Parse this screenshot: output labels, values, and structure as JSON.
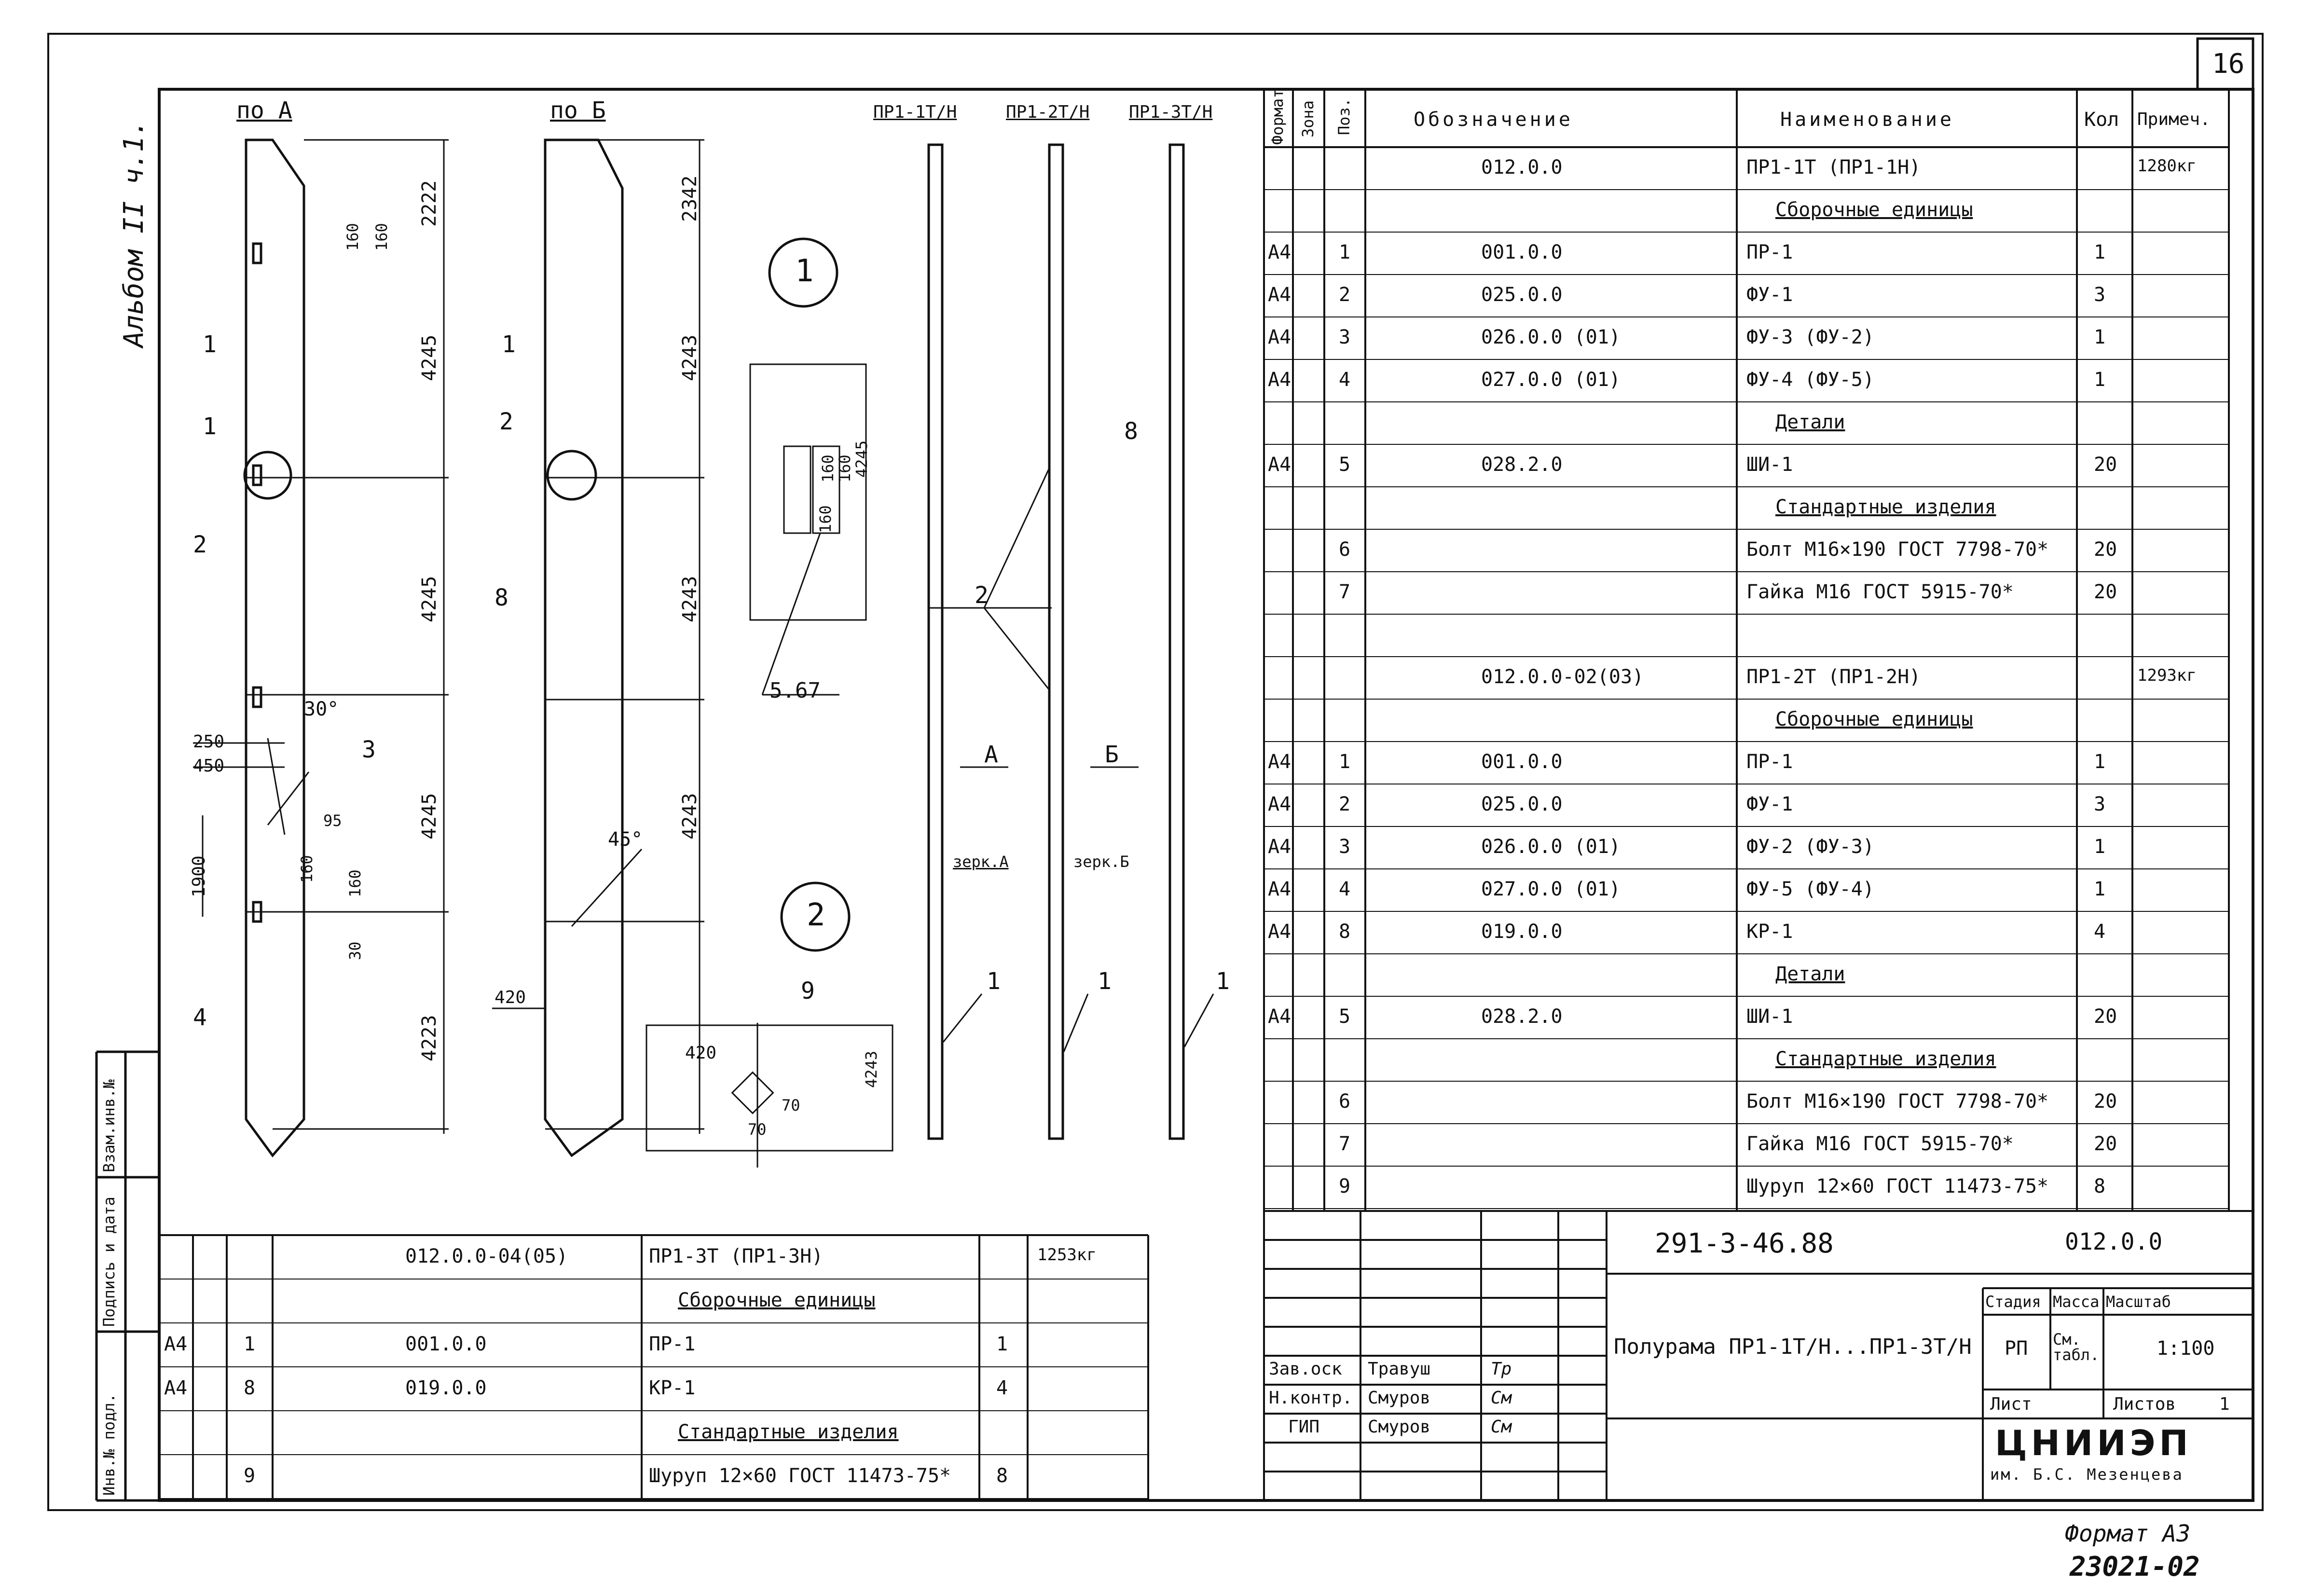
{
  "sheet": {
    "number": "16",
    "album": "Альбом II ч.1.",
    "format": "Формат А3",
    "archive": "23021-02",
    "side_stamps": [
      "Инв.№ подл.",
      "Подпись и дата",
      "Взам.инв.№"
    ]
  },
  "drawing": {
    "view_a": "по А",
    "view_b": "по Б",
    "frames": [
      "ПР1-1Т/Н",
      "ПР1-2Т/Н",
      "ПР1-3Т/Н"
    ],
    "dims_a": [
      "2222",
      "160",
      "160",
      "4245",
      "4245",
      "4245",
      "4223",
      "250",
      "450",
      "1900",
      "160",
      "160",
      "30",
      "95"
    ],
    "dims_b": [
      "2342",
      "4243",
      "4243",
      "4243",
      "420"
    ],
    "angles": [
      "30°",
      "45°"
    ],
    "callouts": [
      "1",
      "1",
      "2",
      "3",
      "4",
      "1",
      "2",
      "8",
      "8",
      "2",
      "1",
      "1",
      "1",
      "9"
    ],
    "nodes": [
      "1",
      "2"
    ],
    "node1_dims": [
      "4245",
      "160",
      "160",
      "160"
    ],
    "node1_ref": "5.67",
    "node2_dims": [
      "420",
      "4243",
      "70",
      "70"
    ],
    "arrows": [
      "А",
      "Б"
    ],
    "mirror": [
      "зерк.А",
      "зерк.Б"
    ]
  },
  "spec": {
    "headers": [
      "Формат",
      "Зона",
      "Поз.",
      "Обозначение",
      "Наименование",
      "Кол",
      "Примеч."
    ],
    "rows": [
      {
        "f": "",
        "pos": "",
        "des": "012.0.0",
        "name": "ПР1-1Т (ПР1-1Н)",
        "qty": "",
        "note": "1280кг"
      },
      {
        "f": "",
        "pos": "",
        "des": "",
        "name": "Сборочные единицы",
        "qty": "",
        "note": "",
        "section": true
      },
      {
        "f": "А4",
        "pos": "1",
        "des": "001.0.0",
        "name": "ПР-1",
        "qty": "1",
        "note": ""
      },
      {
        "f": "А4",
        "pos": "2",
        "des": "025.0.0",
        "name": "ФУ-1",
        "qty": "3",
        "note": ""
      },
      {
        "f": "А4",
        "pos": "3",
        "des": "026.0.0 (01)",
        "name": "ФУ-3 (ФУ-2)",
        "qty": "1",
        "note": ""
      },
      {
        "f": "А4",
        "pos": "4",
        "des": "027.0.0 (01)",
        "name": "ФУ-4 (ФУ-5)",
        "qty": "1",
        "note": ""
      },
      {
        "f": "",
        "pos": "",
        "des": "",
        "name": "Детали",
        "qty": "",
        "note": "",
        "section": true
      },
      {
        "f": "А4",
        "pos": "5",
        "des": "028.2.0",
        "name": "ШИ-1",
        "qty": "20",
        "note": ""
      },
      {
        "f": "",
        "pos": "",
        "des": "",
        "name": "Стандартные изделия",
        "qty": "",
        "note": "",
        "section": true
      },
      {
        "f": "",
        "pos": "6",
        "des": "",
        "name": "Болт М16×190 ГОСТ 7798-70*",
        "qty": "20",
        "note": ""
      },
      {
        "f": "",
        "pos": "7",
        "des": "",
        "name": "Гайка М16 ГОСТ 5915-70*",
        "qty": "20",
        "note": ""
      },
      {
        "f": "",
        "pos": "",
        "des": "",
        "name": "",
        "qty": "",
        "note": ""
      },
      {
        "f": "",
        "pos": "",
        "des": "012.0.0-02(03)",
        "name": "ПР1-2Т (ПР1-2Н)",
        "qty": "",
        "note": "1293кг"
      },
      {
        "f": "",
        "pos": "",
        "des": "",
        "name": "Сборочные единицы",
        "qty": "",
        "note": "",
        "section": true
      },
      {
        "f": "А4",
        "pos": "1",
        "des": "001.0.0",
        "name": "ПР-1",
        "qty": "1",
        "note": ""
      },
      {
        "f": "А4",
        "pos": "2",
        "des": "025.0.0",
        "name": "ФУ-1",
        "qty": "3",
        "note": ""
      },
      {
        "f": "А4",
        "pos": "3",
        "des": "026.0.0 (01)",
        "name": "ФУ-2 (ФУ-3)",
        "qty": "1",
        "note": ""
      },
      {
        "f": "А4",
        "pos": "4",
        "des": "027.0.0 (01)",
        "name": "ФУ-5 (ФУ-4)",
        "qty": "1",
        "note": ""
      },
      {
        "f": "А4",
        "pos": "8",
        "des": "019.0.0",
        "name": "КР-1",
        "qty": "4",
        "note": ""
      },
      {
        "f": "",
        "pos": "",
        "des": "",
        "name": "Детали",
        "qty": "",
        "note": "",
        "section": true
      },
      {
        "f": "А4",
        "pos": "5",
        "des": "028.2.0",
        "name": "ШИ-1",
        "qty": "20",
        "note": ""
      },
      {
        "f": "",
        "pos": "",
        "des": "",
        "name": "Стандартные изделия",
        "qty": "",
        "note": "",
        "section": true
      },
      {
        "f": "",
        "pos": "6",
        "des": "",
        "name": "Болт М16×190 ГОСТ 7798-70*",
        "qty": "20",
        "note": ""
      },
      {
        "f": "",
        "pos": "7",
        "des": "",
        "name": "Гайка М16 ГОСТ 5915-70*",
        "qty": "20",
        "note": ""
      },
      {
        "f": "",
        "pos": "9",
        "des": "",
        "name": "Шуруп 12×60 ГОСТ 11473-75*",
        "qty": "8",
        "note": ""
      }
    ]
  },
  "spec2": {
    "rows": [
      {
        "f": "",
        "pos": "",
        "des": "012.0.0-04(05)",
        "name": "ПР1-3Т (ПР1-3Н)",
        "qty": "",
        "note": "1253кг"
      },
      {
        "f": "",
        "pos": "",
        "des": "",
        "name": "Сборочные единицы",
        "qty": "",
        "note": "",
        "section": true
      },
      {
        "f": "А4",
        "pos": "1",
        "des": "001.0.0",
        "name": "ПР-1",
        "qty": "1",
        "note": ""
      },
      {
        "f": "А4",
        "pos": "8",
        "des": "019.0.0",
        "name": "КР-1",
        "qty": "4",
        "note": ""
      },
      {
        "f": "",
        "pos": "",
        "des": "",
        "name": "Стандартные изделия",
        "qty": "",
        "note": "",
        "section": true
      },
      {
        "f": "",
        "pos": "9",
        "des": "",
        "name": "Шуруп 12×60 ГОСТ 11473-75*",
        "qty": "8",
        "note": ""
      }
    ]
  },
  "titleblock": {
    "code": "291-3-46.88",
    "doc": "012.0.0",
    "title": "Полурама ПР1-1Т/Н...ПР1-3Т/Н",
    "h_stage": "Стадия",
    "h_mass": "Масса",
    "h_scale": "Масштаб",
    "stage": "РП",
    "mass": "См. табл.",
    "scale": "1:100",
    "sheet_label": "Лист",
    "sheets_label": "Листов",
    "sheets": "1",
    "roles": [
      {
        "role": "Зав.оск",
        "name": "Травуш",
        "sign": "Тр"
      },
      {
        "role": "Н.контр.",
        "name": "Смуров",
        "sign": "См"
      },
      {
        "role": "ГИП",
        "name": "Смуров",
        "sign": "См"
      }
    ],
    "org": "ЦНИИЭП",
    "org_sub": "им. Б.С. Мезенцева"
  }
}
